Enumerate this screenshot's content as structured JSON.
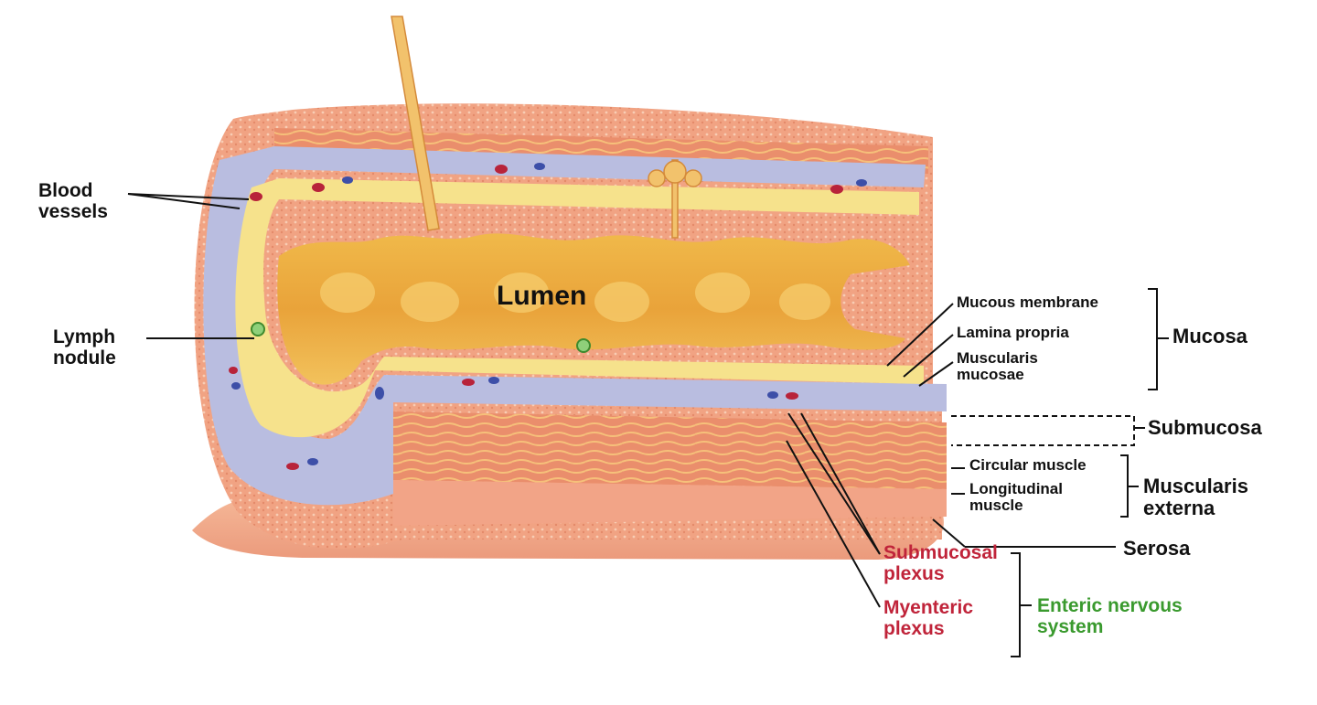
{
  "labels": {
    "blood_vessels": [
      "Blood",
      "vessels"
    ],
    "lumen": "Lumen",
    "lymph_nodule": [
      "Lymph",
      "nodule"
    ],
    "mucous_membrane": "Mucous membrane",
    "lamina_propria": "Lamina propria",
    "muscularis_mucosae": [
      "Muscularis",
      "mucosae"
    ],
    "mucosa": "Mucosa",
    "submucosa": "Submucosa",
    "circular_muscle": "Circular muscle",
    "longitudinal_muscle": [
      "Longitudinal",
      "muscle"
    ],
    "muscularis_externa": [
      "Muscularis",
      "externa"
    ],
    "serosa": "Serosa",
    "submucosal_plexus": [
      "Submucosal",
      "plexus"
    ],
    "myenteric_plexus": [
      "Myenteric",
      "plexus"
    ],
    "enteric_nervous_system": [
      "Enteric nervous",
      "system"
    ]
  },
  "colors": {
    "serosa": "#f2a487",
    "muscle": "#ea8e6c",
    "muscle_stripe": "#f6c07a",
    "submucosa": "#b9bde0",
    "mucosa_yellow": "#f6e28c",
    "lumen": "#e9a93a",
    "red_label": "#c0243a",
    "green_label": "#3a9a2e"
  }
}
